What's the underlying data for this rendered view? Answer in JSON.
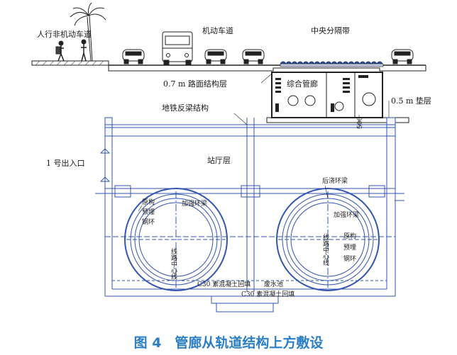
{
  "labels": {
    "sidewalk": "人行非机动车道",
    "motor_lane": "机动车道",
    "median": "中央分隔带",
    "pavement": "0.7 m 路面结构层",
    "utility_tunnel": "综合管廊",
    "cushion": "0.5 m 垫层",
    "inverted_beam": "地铁反梁结构",
    "dim_500": "500",
    "exit1": "1 号出入口",
    "hall": "站厅层",
    "post_pour_beam": "后浇环梁",
    "left_orig": "原构",
    "left_embed": "预埋",
    "left_steel": "钢环",
    "left_strengthen": "加强环梁",
    "left_center": "线路中心线",
    "right_strengthen": "加强环梁",
    "right_orig": "原构",
    "right_embed": "预埋",
    "right_steel": "钢环",
    "right_center": "线路中心线",
    "backfill1": "C30 素混凝土回填",
    "waste_pool": "废水池",
    "backfill2": "C30 素混凝土回填"
  },
  "caption": "图 4　管廊从轨道结构上方敷设",
  "colors": {
    "structure": "#3355b0",
    "ink": "#222222",
    "caption": "#2a7fc6"
  }
}
